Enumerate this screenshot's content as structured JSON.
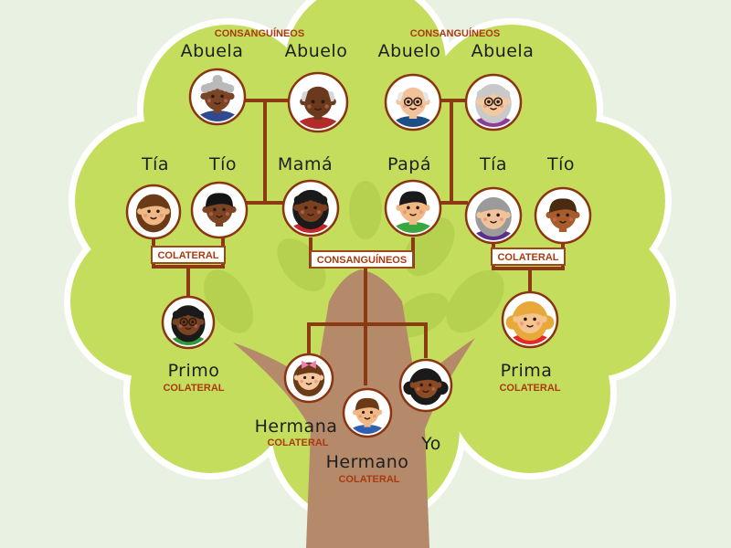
{
  "colors": {
    "background": "#e9f1e3",
    "canopy": "#c5dd5c",
    "canopy_outline": "#ffffff",
    "trunk": "#b48a6a",
    "connector": "#8b3a14",
    "label_accent": "#a93a10"
  },
  "relations": {
    "consanguineos_left": "CONSANGUÍNEOS",
    "consanguineos_right": "CONSANGUÍNEOS",
    "consanguineos_center": "CONSANGUÍNEOS",
    "colateral_left": "COLATERAL",
    "colateral_right": "COLATERAL",
    "colateral_primo": "COLATERAL",
    "colateral_prima": "COLATERAL",
    "colateral_hermana": "COLATERAL",
    "colateral_hermano": "COLATERAL"
  },
  "people": {
    "abuela_left": {
      "label": "Abuela",
      "icon": "grandmother-gray-hair-icon"
    },
    "abuelo_left": {
      "label": "Abuelo",
      "icon": "grandfather-bald-icon"
    },
    "abuelo_right": {
      "label": "Abuelo",
      "icon": "grandfather-glasses-icon"
    },
    "abuela_right": {
      "label": "Abuela",
      "icon": "grandmother-glasses-icon"
    },
    "tia_left": {
      "label": "Tía",
      "icon": "aunt-brown-hair-icon"
    },
    "tio_left": {
      "label": "Tío",
      "icon": "uncle-black-hair-icon"
    },
    "mama": {
      "label": "Mamá",
      "icon": "mother-curly-hair-icon"
    },
    "papa": {
      "label": "Papá",
      "icon": "father-short-hair-icon"
    },
    "tia_right": {
      "label": "Tía",
      "icon": "aunt-gray-hair-icon"
    },
    "tio_right": {
      "label": "Tío",
      "icon": "uncle-brown-hair-icon"
    },
    "primo": {
      "label": "Primo",
      "icon": "cousin-boy-glasses-icon"
    },
    "prima": {
      "label": "Prima",
      "icon": "cousin-girl-pigtails-icon"
    },
    "hermana": {
      "label": "Hermana",
      "icon": "sister-bow-icon"
    },
    "hermano": {
      "label": "Hermano",
      "icon": "brother-icon"
    },
    "yo": {
      "label": "Yo",
      "icon": "me-girl-pigtails-icon"
    }
  }
}
